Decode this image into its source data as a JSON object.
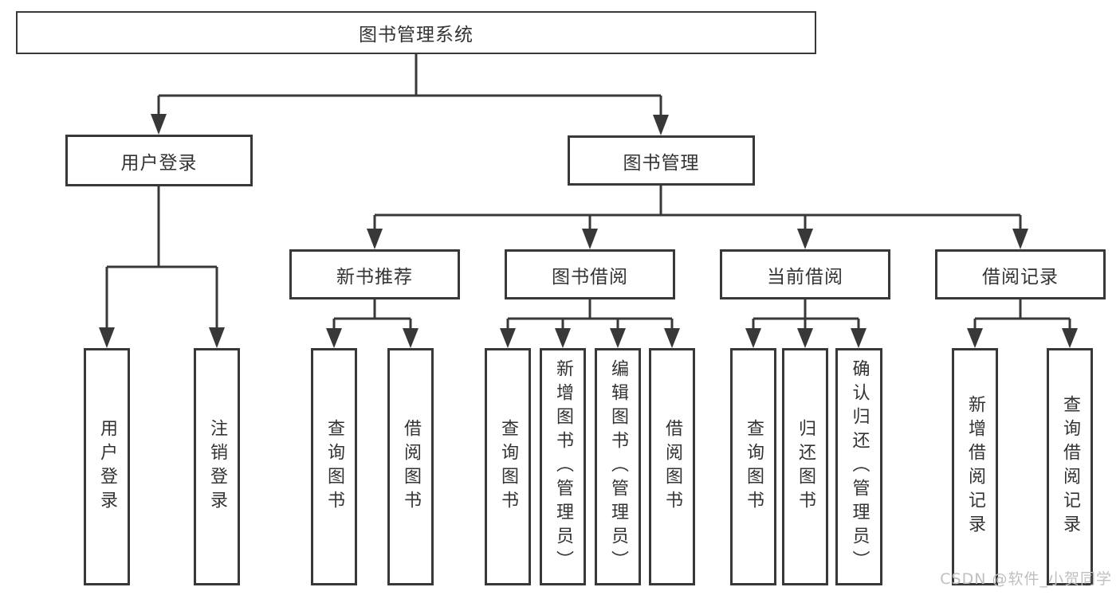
{
  "tree": {
    "label": "图书管理系统",
    "children": [
      {
        "label": "用户登录",
        "children": [
          {
            "label": "用户登录"
          },
          {
            "label": "注销登录"
          }
        ]
      },
      {
        "label": "图书管理",
        "children": [
          {
            "label": "新书推荐",
            "children": [
              {
                "label": "查询图书"
              },
              {
                "label": "借阅图书"
              }
            ]
          },
          {
            "label": "图书借阅",
            "children": [
              {
                "label": "查询图书"
              },
              {
                "label": "新增图书（管理员）"
              },
              {
                "label": "编辑图书（管理员）"
              },
              {
                "label": "借阅图书"
              }
            ]
          },
          {
            "label": "当前借阅",
            "children": [
              {
                "label": "查询图书"
              },
              {
                "label": "归还图书"
              },
              {
                "label": "确认归还（管理员）"
              }
            ]
          },
          {
            "label": "借阅记录",
            "children": [
              {
                "label": "新增借阅记录"
              },
              {
                "label": "查询借阅记录"
              }
            ]
          }
        ]
      }
    ]
  },
  "watermark": "CSDN @软件_小贺同学",
  "colors": {
    "line": "#383838",
    "text": "#333333",
    "background": "#ffffff",
    "watermark": "#bfbfbf"
  }
}
